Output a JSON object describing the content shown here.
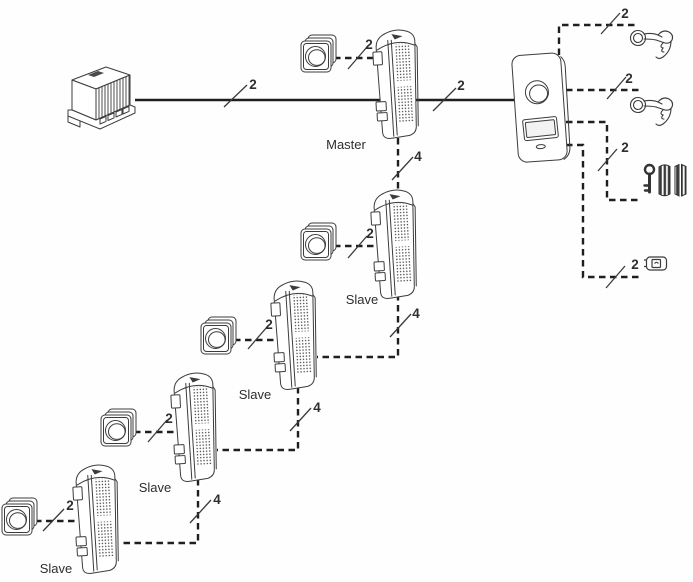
{
  "units": {
    "power_supply": {
      "icon": "din-rail-power-supply"
    },
    "master": {
      "label": "Master",
      "icon": "intercom-handset"
    },
    "slaves": [
      {
        "label": "Slave",
        "icon": "intercom-handset"
      },
      {
        "label": "Slave",
        "icon": "intercom-handset"
      },
      {
        "label": "Slave",
        "icon": "intercom-handset"
      },
      {
        "label": "Slave",
        "icon": "intercom-handset"
      }
    ],
    "chimes": [
      {
        "icon": "doorbell-chime"
      },
      {
        "icon": "doorbell-chime"
      },
      {
        "icon": "doorbell-chime"
      },
      {
        "icon": "doorbell-chime"
      },
      {
        "icon": "doorbell-chime"
      }
    ],
    "door_station": {
      "icon": "entrance-panel"
    },
    "accessories": [
      {
        "icon": "exit-button"
      },
      {
        "icon": "exit-button"
      },
      {
        "icon": "key-and-electric-lock"
      },
      {
        "icon": "relay-module"
      }
    ]
  },
  "wires": {
    "psu_to_master": {
      "cores": "2",
      "style": "solid"
    },
    "master_to_door": {
      "cores": "2",
      "style": "solid"
    },
    "master_bell": {
      "cores": "2",
      "style": "dashed"
    },
    "slave1_bell": {
      "cores": "2",
      "style": "dashed"
    },
    "slave2_bell": {
      "cores": "2",
      "style": "dashed"
    },
    "slave3_bell": {
      "cores": "2",
      "style": "dashed"
    },
    "slave4_bell": {
      "cores": "2",
      "style": "dashed"
    },
    "master_to_slave1": {
      "cores": "4",
      "style": "dashed"
    },
    "slave1_to_slave2": {
      "cores": "4",
      "style": "dashed"
    },
    "slave2_to_slave3": {
      "cores": "4",
      "style": "dashed"
    },
    "slave3_to_slave4": {
      "cores": "4",
      "style": "dashed"
    },
    "door_to_button1": {
      "cores": "2",
      "style": "dashed"
    },
    "door_to_button2": {
      "cores": "2",
      "style": "dashed"
    },
    "door_to_lock": {
      "cores": "2",
      "style": "dashed"
    },
    "door_to_module": {
      "cores": "2",
      "style": "dashed"
    }
  },
  "colors": {
    "wire": "#1f1f1f",
    "text": "#2e2e2e",
    "device_stroke": "#3c3c3c",
    "background": "#ffffff"
  }
}
